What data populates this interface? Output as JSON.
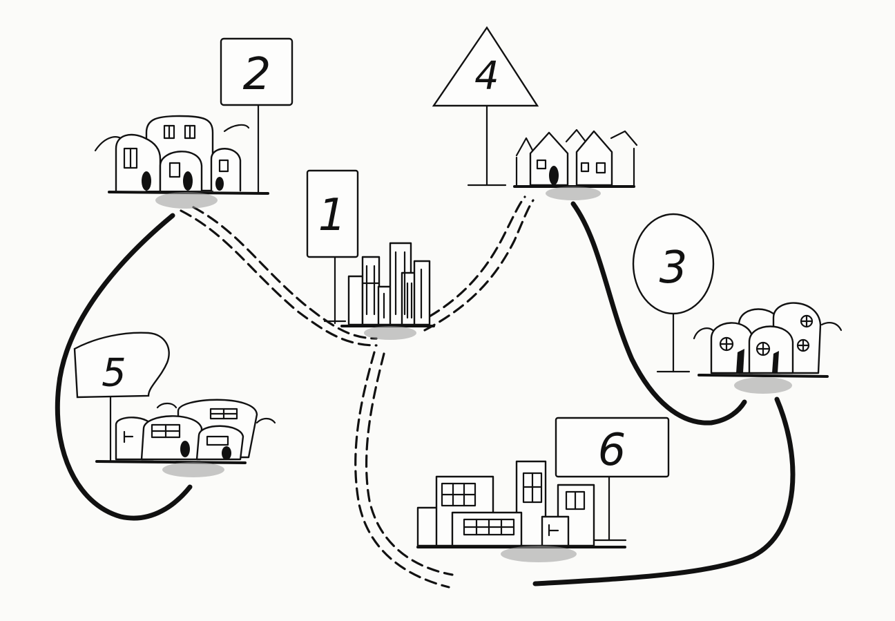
{
  "diagram": {
    "signs": [
      {
        "id": "1",
        "label": "1",
        "shape": "rectangle"
      },
      {
        "id": "2",
        "label": "2",
        "shape": "rectangle"
      },
      {
        "id": "3",
        "label": "3",
        "shape": "oval"
      },
      {
        "id": "4",
        "label": "4",
        "shape": "triangle"
      },
      {
        "id": "5",
        "label": "5",
        "shape": "cloud"
      },
      {
        "id": "6",
        "label": "6",
        "shape": "rectangle"
      }
    ],
    "settlements": [
      {
        "id": "2",
        "icon": "rounded-houses-icon"
      },
      {
        "id": "1",
        "icon": "skyscrapers-icon"
      },
      {
        "id": "4",
        "icon": "gabled-houses-icon"
      },
      {
        "id": "3",
        "icon": "dome-houses-icon"
      },
      {
        "id": "5",
        "icon": "rounded-huts-icon"
      },
      {
        "id": "6",
        "icon": "office-blocks-icon"
      }
    ],
    "roads": [
      {
        "from": "2",
        "to": "5",
        "style": "solid"
      },
      {
        "from": "2",
        "to": "1",
        "style": "dashed"
      },
      {
        "from": "1",
        "to": "4",
        "style": "dashed"
      },
      {
        "from": "4",
        "to": "3",
        "style": "solid"
      },
      {
        "from": "1",
        "to": "6",
        "style": "dashed"
      },
      {
        "from": "3",
        "to": "6",
        "style": "solid"
      }
    ]
  },
  "colors": {
    "ink": "#111111",
    "paper": "#fbfbf9",
    "shadow": "#9a9a9a"
  }
}
